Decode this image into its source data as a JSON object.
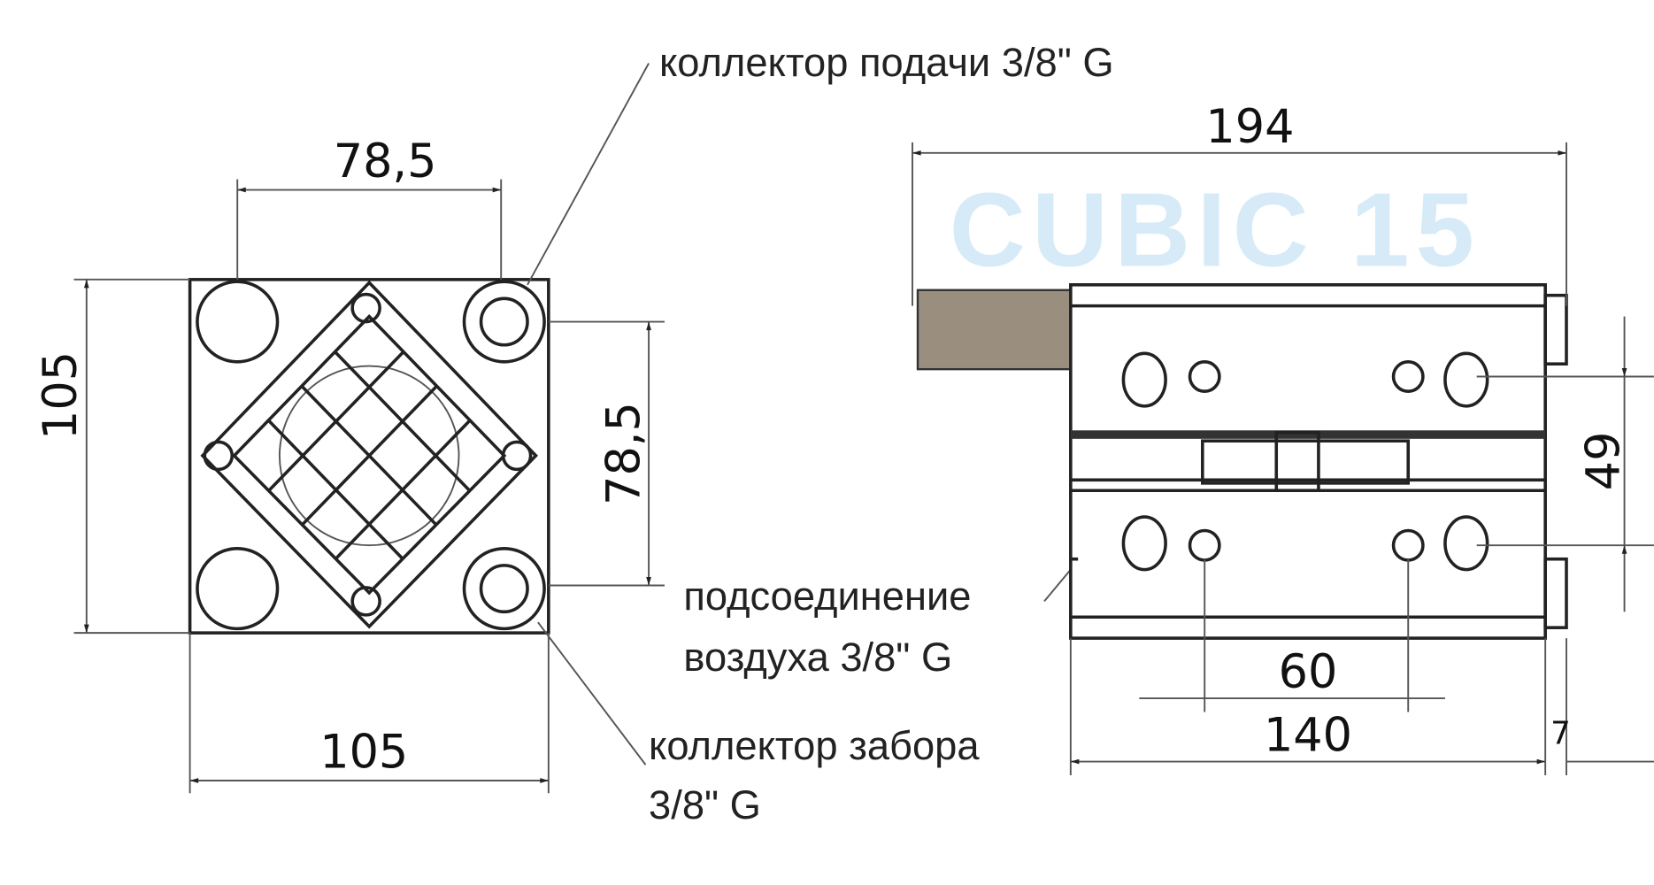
{
  "watermark": "CUBIC 15",
  "colors": {
    "rod": "#9a8f7e",
    "watermark": "#d6ebf7"
  },
  "front_view": {
    "dim_top": "78,5",
    "dim_left": "105",
    "dim_right": "78,5",
    "dim_bottom": "105"
  },
  "side_view": {
    "dim_length": "194",
    "dim_height": "49",
    "dim_bolt_spacing": "60",
    "dim_body": "140",
    "dim_cap": "7"
  },
  "labels": {
    "supply": "коллектор подачи 3/8\" G",
    "intake_line1": "коллектор забора",
    "intake_line2": "3/8\" G",
    "air_line1": "подсоединение",
    "air_line2": "воздуха 3/8\" G"
  }
}
